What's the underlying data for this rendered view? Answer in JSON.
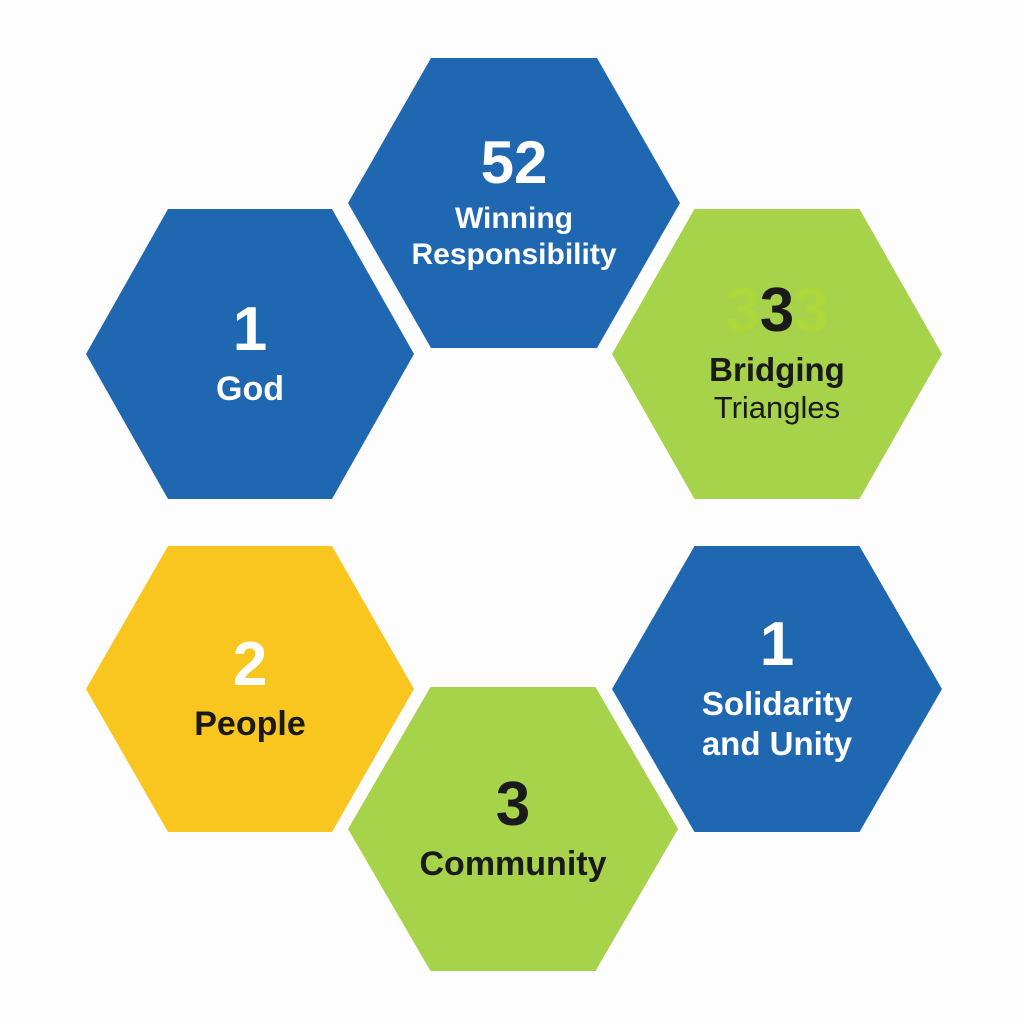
{
  "colors": {
    "blue": "#1f68b1",
    "green": "#a6d34a",
    "yellow": "#f9c51f",
    "white_text": "#ffffff",
    "dark_text": "#1a1a1a",
    "bright_green_text": "#b8e21c"
  },
  "hexagons": {
    "winning": {
      "number": "52",
      "line1": "Winning",
      "line2": "Responsibility"
    },
    "god": {
      "number": "1",
      "line1": "God"
    },
    "bridging": {
      "number_ghost_left": "3",
      "number": "3",
      "number_ghost_right": "3",
      "line1": "Bridging",
      "line2": "Triangles"
    },
    "people": {
      "number": "2",
      "line1": "People"
    },
    "solidarity": {
      "number": "1",
      "line1": "Solidarity",
      "line2": "and Unity"
    },
    "community": {
      "number": "3",
      "line1": "Community"
    }
  }
}
